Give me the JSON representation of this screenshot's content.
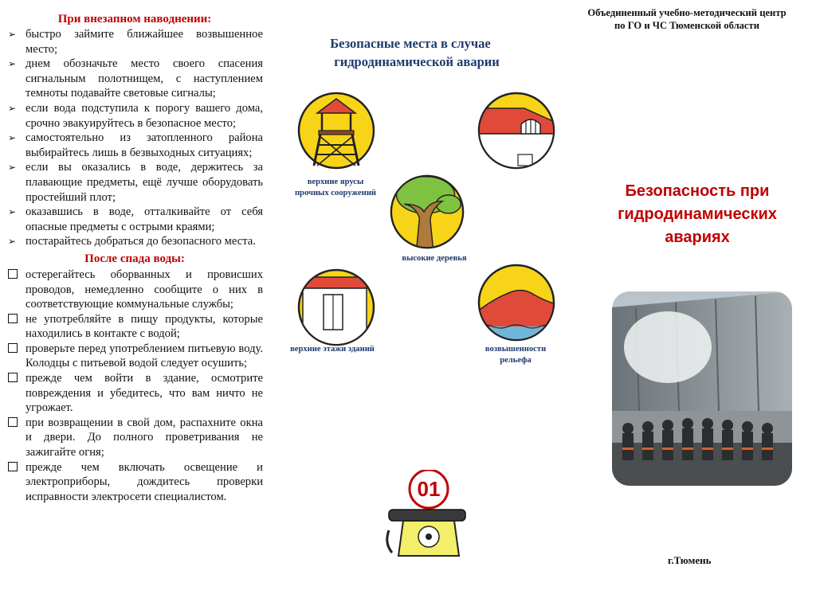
{
  "left": {
    "flood_heading": "При внезапном наводнении:",
    "flood_items": [
      "быстро займите ближайшее возвышенное место;",
      "днем обозначьте место своего спасения сигнальным полотнищем, с наступлением темноты подавайте световые сигналы;",
      "если вода подступила к порогу вашего дома, срочно эвакуируйтесь в безопасное место;",
      "самостоятельно из затопленного района выбирайтесь лишь в безвыходных ситуациях;",
      "если вы оказались в воде, держитесь за плавающие предметы, ещё лучше оборудовать простейший плот;",
      "оказавшись в воде, отталкивайте от себя опасные предметы с острыми краями;",
      "постарайтесь добраться до безопасного места."
    ],
    "after_heading": "После спада воды:",
    "after_items": [
      "остерегайтесь оборванных и провисших проводов, немедленно сообщите о них в соответствующие коммунальные службы;",
      "не употребляйте в пищу продукты, которые находились в контакте с водой;",
      "проверьте перед употреблением питьевую воду. Колодцы с питьевой водой следует осушить;",
      "прежде чем войти в здание, осмотрите повреждения и убедитесь, что вам ничто не угрожает.",
      "при возвращении в свой дом, распахните окна и двери. До полного проветривания не зажигайте огня;",
      "прежде чем включать освещение и электроприборы, дождитесь проверки исправности электросети специалистом."
    ]
  },
  "middle": {
    "title_line1": "Безопасные места в случае",
    "title_line2": "гидродинамической аварии",
    "places": {
      "upper_tiers": [
        "верхние ярусы",
        "прочных сооружений"
      ],
      "tall_trees": [
        "высокие деревья"
      ],
      "upper_floors": [
        "верхние этажи зданий"
      ],
      "elevations": [
        "возвышенности",
        "рельефа"
      ]
    },
    "phone_number": "01"
  },
  "right": {
    "organization_line1": "Объединенный учебно-методический центр",
    "organization_line2": "по ГО и ЧС Тюменской области",
    "title_lines": [
      "Безопасность при",
      "гидродинамических",
      "авариях"
    ],
    "city": "г.Тюмень"
  },
  "colors": {
    "heading_red": "#c00000",
    "caption_blue": "#1f3a6e",
    "icon_yellow": "#f7d417",
    "icon_red": "#e04a3a",
    "tree_green": "#7fc241"
  }
}
